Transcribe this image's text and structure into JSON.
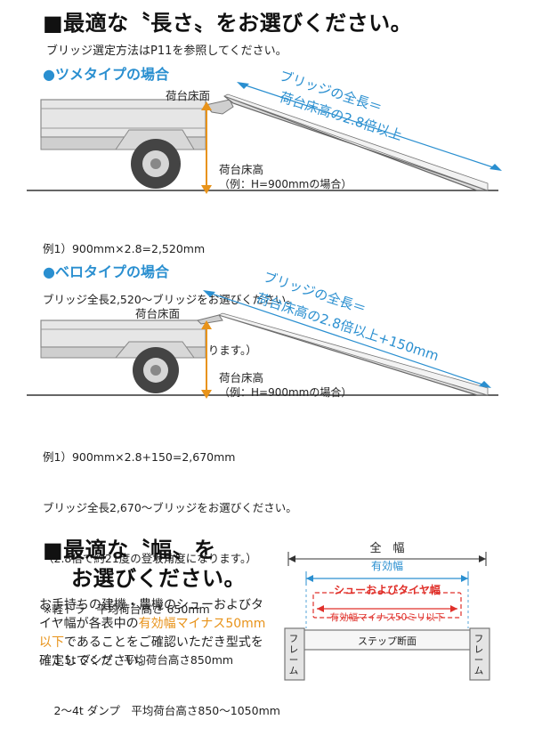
{
  "length_section": {
    "title": "■最適な〝長さ〟をお選びください。",
    "intro": "ブリッジ選定方法はP11を参照してください。",
    "tsume": {
      "heading": "●ツメタイプの場合",
      "deck_label": "荷台床面",
      "ramp_line1": "ブリッジの全長＝",
      "ramp_line2": "荷台床高の2.8倍以上",
      "height_label": "荷台床高",
      "height_example": "（例：H=900mmの場合）",
      "example_lines": [
        "例1）900mm×2.8=2,520mm",
        "ブリッジ全長2,520〜ブリッジをお選びください。",
        "（2.8倍で約21度の登坂角度になります。）"
      ]
    },
    "bero": {
      "heading": "●ベロタイプの場合",
      "deck_label": "荷台床面",
      "ramp_line1": "ブリッジの全長＝",
      "ramp_line2": "荷台床高の2.8倍以上+150mm",
      "height_label": "荷台床高",
      "height_example": "（例：H=900mmの場合）",
      "example_lines": [
        "例1）900mm×2.8+150=2,670mm",
        "ブリッジ全長2,670〜ブリッジをお選びください。",
        "（2.8倍で約21度の登坂角度になります。）",
        "※軽トラ　平均荷台高さ 650mm",
        "　1.5t ダンプ　平均荷台高さ850mm",
        "　2〜4t ダンプ　平均荷台高さ850〜1050mm"
      ]
    }
  },
  "width_section": {
    "title_line1": "■最適な〝幅〟を",
    "title_line2": "お選びください。",
    "body_before": "お手持ちの建機・農機のシューおよびタイヤ幅が各表中の",
    "body_highlight": "有効幅マイナス50mm以下",
    "body_after": "であることをご確認いただき型式を確定してください。",
    "diagram": {
      "total_width": "全　幅",
      "effective_width": "有効幅",
      "shoe_tire_width": "シューおよびタイヤ幅",
      "effective_minus": "有効幅マイナス50ミリ以下",
      "step_section": "ステップ断面",
      "frame_left": "フレーム",
      "frame_right": "フレーム"
    }
  },
  "colors": {
    "accent_blue": "#2a8fd0",
    "accent_orange": "#e8931a",
    "accent_red": "#e0302a"
  }
}
